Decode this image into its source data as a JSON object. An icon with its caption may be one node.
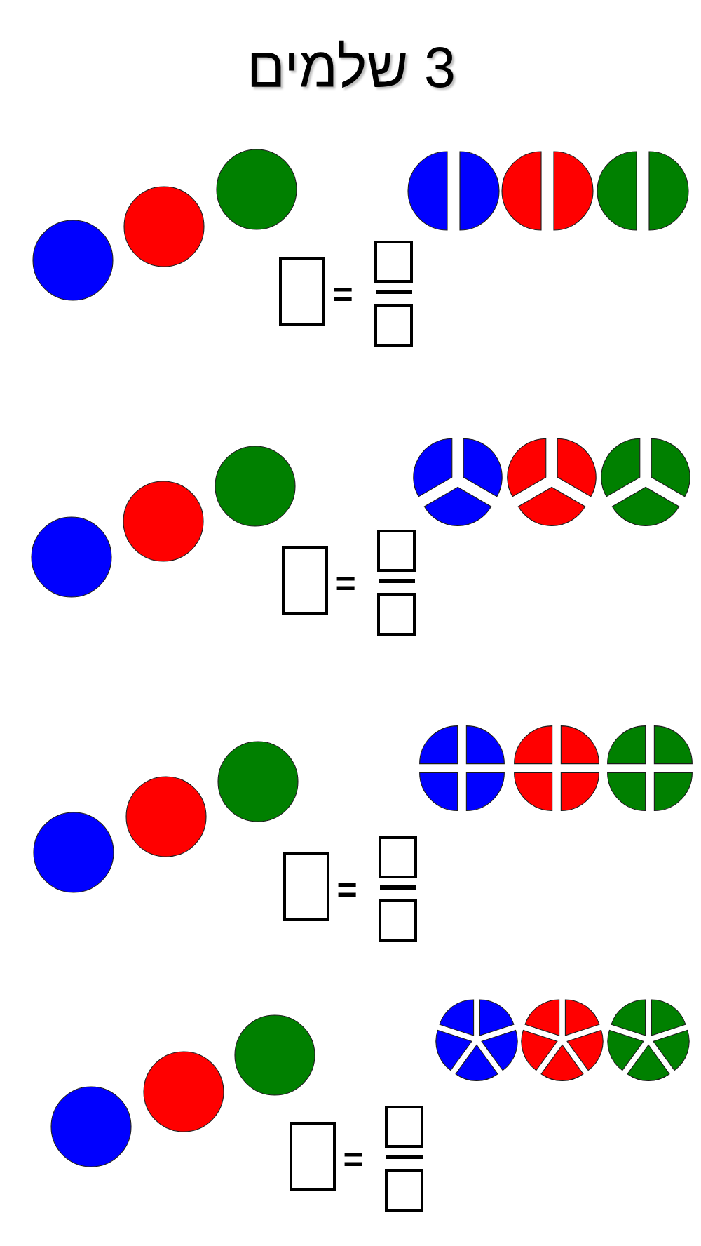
{
  "diagram": {
    "title": "3 שלמים",
    "nodes": [
      {
        "text": [],
        "shape": "circle"
      },
      {
        "text": [],
        "shape": "circle"
      },
      {
        "text": [],
        "shape": "circle"
      },
      {
        "text": [],
        "shape": "circle"
      },
      {
        "text": [],
        "shape": "circle"
      },
      {
        "text": [],
        "shape": "circle"
      },
      {
        "text": [],
        "shape": "circle"
      },
      {
        "text": [],
        "shape": "circle"
      },
      {
        "text": [],
        "shape": "circle"
      },
      {
        "text": [],
        "shape": "circle"
      },
      {
        "text": [],
        "shape": "circle"
      },
      {
        "text": [],
        "shape": "circle"
      },
      {
        "text": [],
        "shape": "circle"
      },
      {
        "text": [],
        "shape": "circle"
      },
      {
        "text": [],
        "shape": "circle"
      },
      {
        "text": [],
        "shape": "circle"
      },
      {
        "text": [],
        "shape": "circle"
      },
      {
        "text": [],
        "shape": "circle"
      },
      {
        "text": [],
        "shape": "circle"
      },
      {
        "text": [],
        "shape": "circle"
      },
      {
        "text": [],
        "shape": "circle"
      },
      {
        "text": [],
        "shape": "circle"
      },
      {
        "text": [],
        "shape": "circle"
      },
      {
        "text": [],
        "shape": "circle"
      }
    ],
    "labels": [
      "=",
      "=",
      "=",
      "="
    ]
  }
}
